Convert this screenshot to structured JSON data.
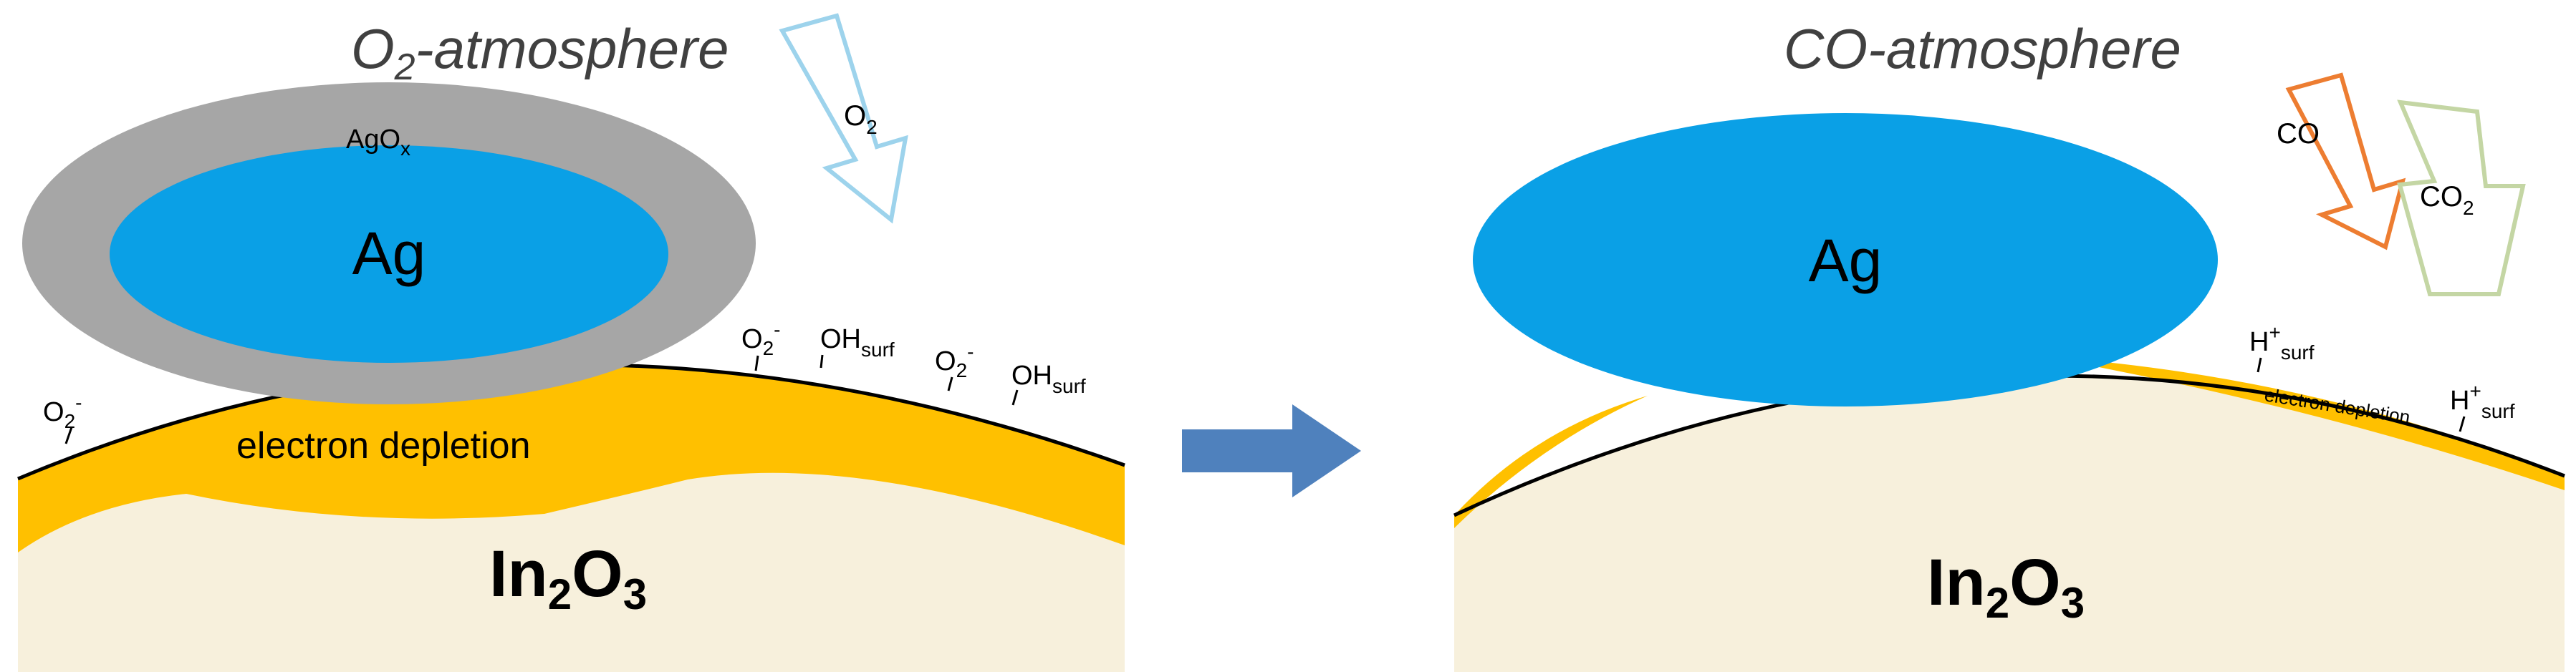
{
  "left_panel": {
    "title": {
      "main": "O",
      "sub": "2",
      "rest": "-atmosphere"
    },
    "shell_label": {
      "main": "AgO",
      "sub": "x"
    },
    "particle_label": "Ag",
    "arrow_label": {
      "main": "O",
      "sub": "2"
    },
    "depletion_label": "electron depletion",
    "substrate_label": {
      "a": "In",
      "b": "2",
      "c": "O",
      "d": "3"
    },
    "species": [
      {
        "main": "O",
        "sub": "2",
        "sup": "-"
      },
      {
        "main": "O",
        "sub": "2",
        "sup": "-"
      },
      {
        "main": "OH",
        "sub": "surf",
        "sup": ""
      },
      {
        "main": "O",
        "sub": "2",
        "sup": "-"
      },
      {
        "main": "OH",
        "sub": "surf",
        "sup": ""
      }
    ]
  },
  "right_panel": {
    "title": "CO-atmosphere",
    "particle_label": "Ag",
    "arrow_in_label": "CO",
    "arrow_out_label": {
      "main": "CO",
      "sub": "2"
    },
    "depletion_label": "electron depletion",
    "substrate_label": {
      "a": "In",
      "b": "2",
      "c": "O",
      "d": "3"
    },
    "species": [
      {
        "main": "H",
        "sup": "+",
        "sub": "surf"
      },
      {
        "main": "H",
        "sup": "+",
        "sub": "surf"
      }
    ]
  },
  "colors": {
    "silver": "#0AA0E6",
    "oxide_shell": "#A6A6A6",
    "depletion": "#FFC000",
    "substrate": "#F7F0DC",
    "transition_arrow": "#4F81BD",
    "o2_arrow": "#9DD3EC",
    "co_arrow": "#ED7D31",
    "co2_arrow": "#C4D6A4"
  }
}
